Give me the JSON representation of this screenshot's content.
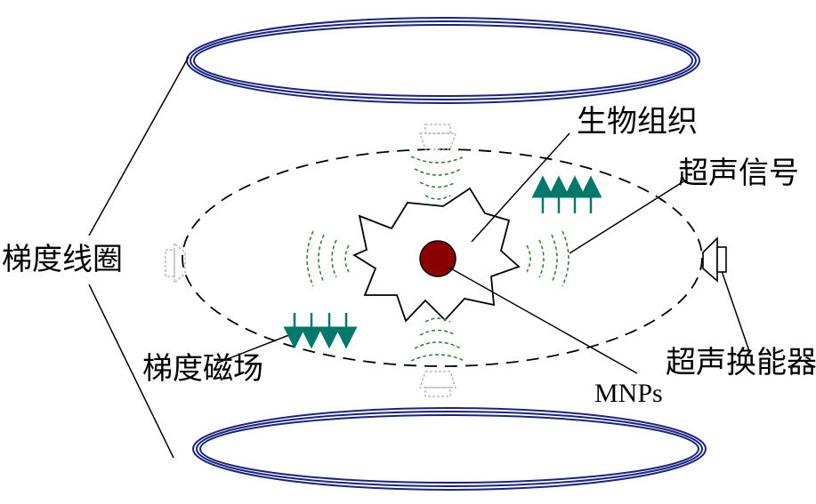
{
  "labels": {
    "gradient_coil": "梯度线圈",
    "bio_tissue": "生物组织",
    "ultrasound_signal": "超声信号",
    "gradient_field": "梯度磁场",
    "transducer": "超声换能器",
    "mnps": "MNPs"
  },
  "colors": {
    "coil": "#1a237e",
    "arrow": "#00796b",
    "wave": "#2e7d32",
    "particle": "#8b0000",
    "ghost_transducer": "#b0b0b0"
  }
}
